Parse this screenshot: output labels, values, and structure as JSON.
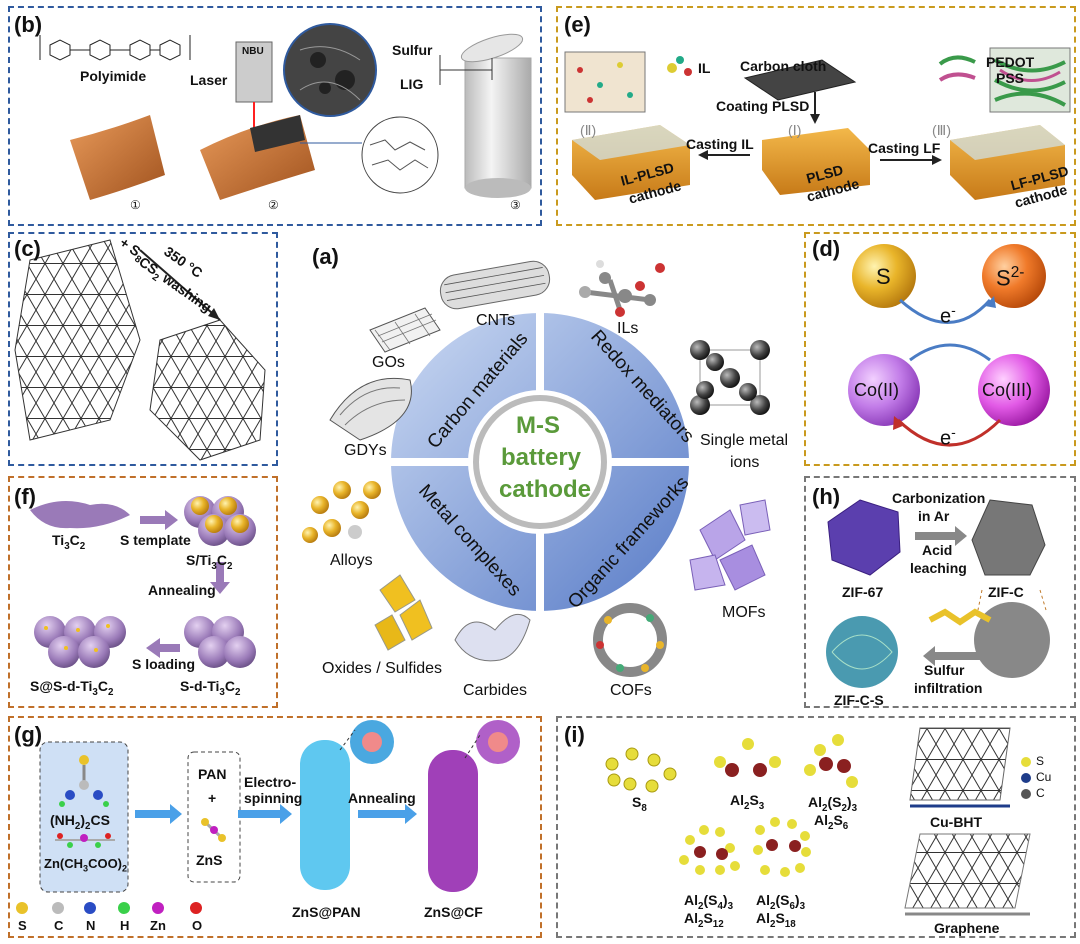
{
  "panels": {
    "a": {
      "label": "(a)",
      "center": [
        "M-S",
        "battery",
        "cathode"
      ],
      "quadrants": [
        "Carbon materials",
        "Redox mediators",
        "Metal complexes",
        "Organic frameworks"
      ],
      "items": [
        "CNTs",
        "ILs",
        "GOs",
        "GDYs",
        "Single metal",
        "ions",
        "Alloys",
        "MOFs",
        "Oxides / Sulfides",
        "Carbides",
        "COFs"
      ]
    },
    "b": {
      "label": "(b)",
      "texts": [
        "Polyimide",
        "Laser",
        "NBU",
        "Sulfur",
        "LIG",
        "①",
        "②",
        "③"
      ]
    },
    "c": {
      "label": "(c)",
      "texts": [
        "+ S",
        "350 °C",
        "CS",
        " washing"
      ]
    },
    "d": {
      "label": "(d)",
      "nodes": [
        "S",
        "S",
        "Co(II)",
        "Co(III)"
      ],
      "electron": "e"
    },
    "e": {
      "label": "(e)",
      "texts": [
        "IL",
        "Carbon cloth",
        "Coating PLSD",
        "PEDOT",
        "PSS",
        "(Ⅱ)",
        "(Ⅰ)",
        "(Ⅲ)",
        "Casting IL",
        "Casting LF",
        "IL-PLSD",
        "cathode",
        "PLSD",
        "cathode",
        "LF-PLSD",
        "cathode"
      ]
    },
    "f": {
      "label": "(f)",
      "texts": [
        "Ti",
        "S template",
        "S/Ti",
        "Annealing",
        "S loading",
        "S@S-d-Ti",
        "S-d-Ti"
      ]
    },
    "g": {
      "label": "(g)",
      "texts": [
        "(NH",
        ")",
        "CS",
        "Zn(CH",
        "COO)",
        "PAN",
        "+",
        "ZnS",
        "Electro-",
        "spinning",
        "Annealing",
        "ZnS@PAN",
        "ZnS@CF"
      ],
      "legend": [
        "S",
        "C",
        "N",
        "H",
        "Zn",
        "O"
      ]
    },
    "h": {
      "label": "(h)",
      "texts": [
        "Carbonization",
        "in Ar",
        "Acid",
        "leaching",
        "ZIF-67",
        "ZIF-C",
        "Sulfur",
        "infiltration",
        "ZIF-C-S"
      ]
    },
    "i": {
      "label": "(i)",
      "texts": [
        "S",
        "Al",
        "S",
        "Al",
        "(S",
        ")",
        "Al",
        "S",
        "Al",
        "(S",
        ")",
        "Al",
        "S",
        "Al",
        "(S",
        ")",
        "Al",
        "S",
        "Cu-BHT",
        "Graphene"
      ],
      "legend": [
        "S",
        "Cu",
        "C"
      ]
    }
  },
  "colors": {
    "blue_border": "#2f5a9e",
    "gold_border": "#c99a1e",
    "orange_border": "#c0702a",
    "gray_border": "#777777",
    "ring_blue": "#5b7fc9",
    "center_green": "#5a9a3a"
  }
}
